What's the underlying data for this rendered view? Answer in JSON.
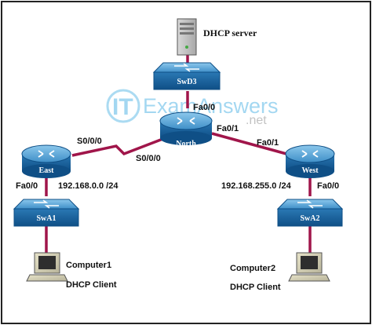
{
  "devices": {
    "dhcp_server": "DHCP server",
    "swd3": "SwD3",
    "north": "North",
    "east": "East",
    "west": "West",
    "swa1": "SwA1",
    "swa2": "SwA2",
    "computer1": "Computer1",
    "computer1_role": "DHCP Client",
    "computer2": "Computer2",
    "computer2_role": "DHCP Client"
  },
  "interfaces": {
    "north_fa00": "Fa0/0",
    "north_fa01": "Fa0/1",
    "west_fa01": "Fa0/1",
    "east_s000": "S0/0/0",
    "north_s000": "S0/0/0",
    "east_fa00": "Fa0/0",
    "west_fa00": "Fa0/0"
  },
  "networks": {
    "east_lan": "192.168.0.0 /24",
    "west_lan": "192.168.255.0 /24"
  },
  "watermark": {
    "it": "IT",
    "brand": "ExamAnswers",
    "tld": ".net"
  },
  "colors": {
    "link": "#a0154a",
    "device_blue": "#1f6fa8",
    "device_light": "#5aa6d6"
  }
}
